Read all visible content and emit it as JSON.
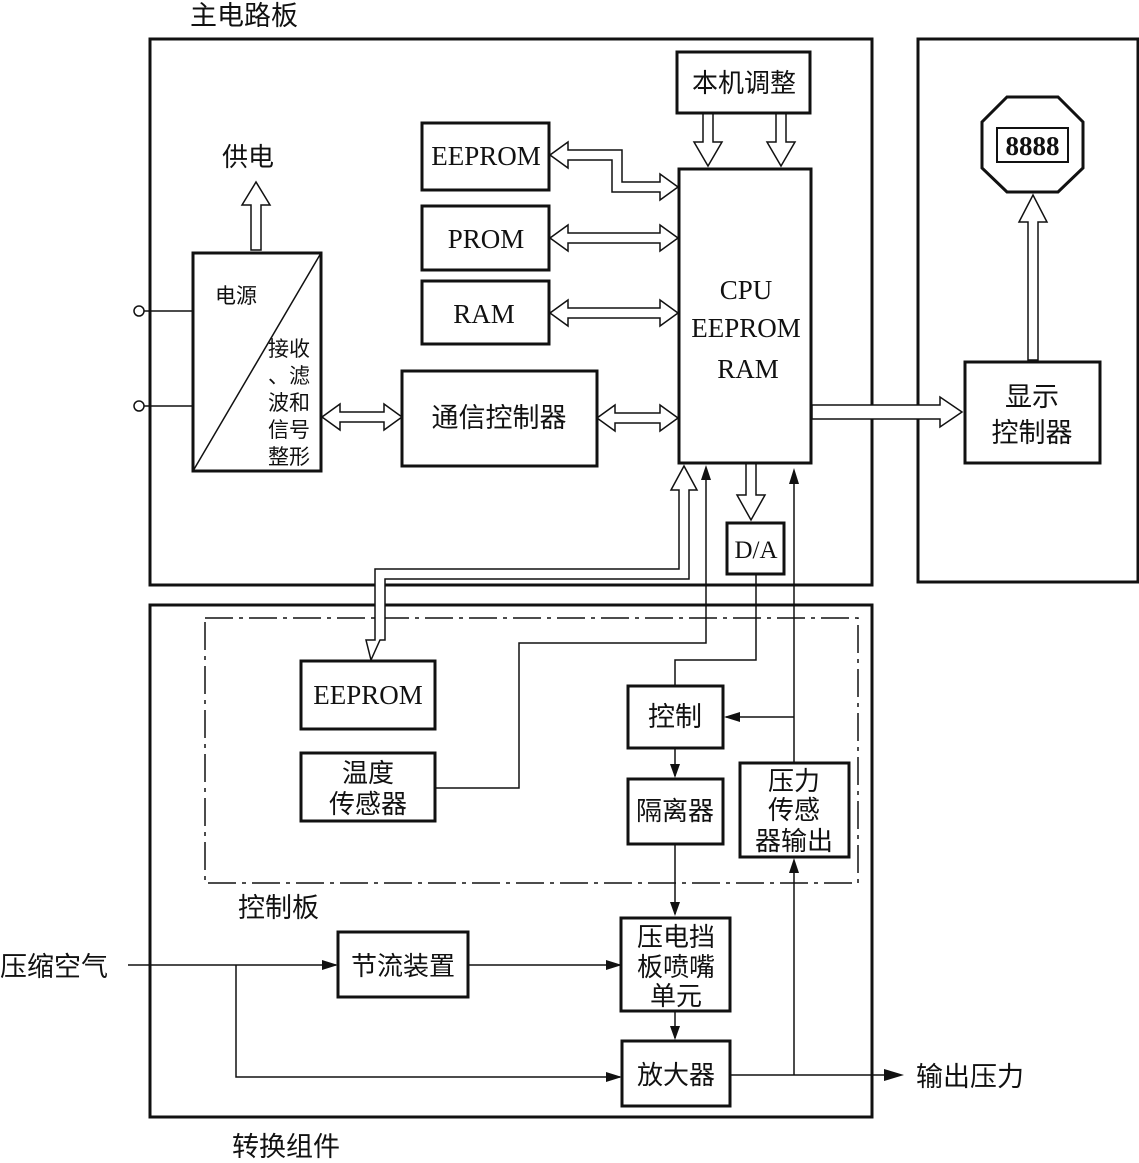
{
  "labels": {
    "main_board": "主电路板",
    "power_out": "供电",
    "power_supply": "电源",
    "recv_line1": "接收",
    "recv_line2": "、滤",
    "recv_line3": "波和",
    "recv_line4": "信号",
    "recv_line5": "整形",
    "comm_ctrl": "通信控制器",
    "eeprom": "EEPROM",
    "prom": "PROM",
    "ram": "RAM",
    "local_adjust": "本机调整",
    "cpu_line1": "CPU",
    "cpu_line2": "EEPROM",
    "cpu_line3": "RAM",
    "da": "D/A",
    "display_ctrl_line1": "显示",
    "display_ctrl_line2": "控制器",
    "display_digits": "8888",
    "ctrl_eeprom": "EEPROM",
    "temp_line1": "温度",
    "temp_line2": "传感器",
    "control": "控制",
    "isolator": "隔离器",
    "pressure_line1": "压力",
    "pressure_line2": "传感",
    "pressure_line3": "器输出",
    "control_board": "控制板",
    "compressed_air": "压缩空气",
    "throttle": "节流装置",
    "piezo_line1": "压电挡",
    "piezo_line2": "板喷嘴",
    "piezo_line3": "单元",
    "amplifier": "放大器",
    "output_pressure": "输出压力",
    "converter": "转换组件"
  }
}
